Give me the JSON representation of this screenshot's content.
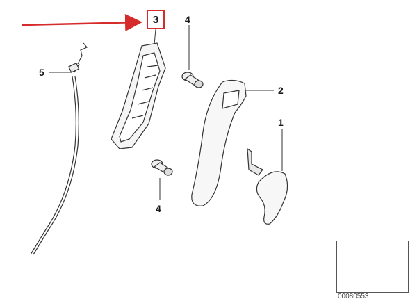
{
  "callouts": {
    "part1": "1",
    "part2": "2",
    "part3": "3",
    "part4_top": "4",
    "part4_bottom": "4",
    "part5": "5"
  },
  "diagram_id": "00080553",
  "colors": {
    "highlight_box": "#d62b2b",
    "arrow": "#d62b2b",
    "lines": "#333333"
  }
}
